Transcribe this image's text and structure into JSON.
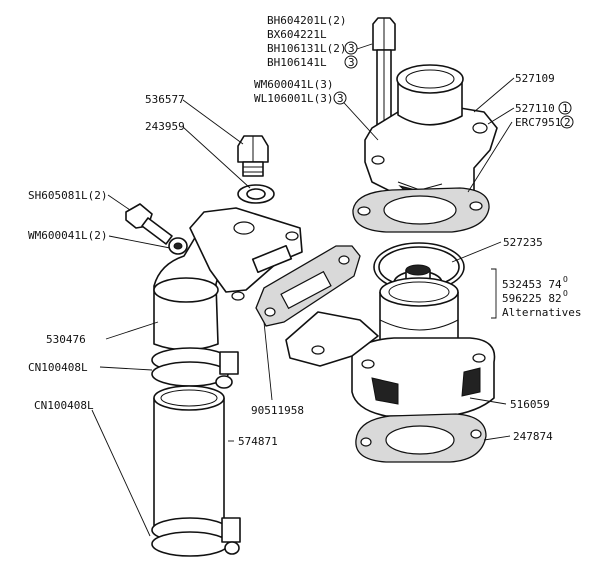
{
  "labels": {
    "bolt_1": "BH604201L(2)",
    "bolt_2": "BX604221L",
    "bolt_3": "BH106131L(2)",
    "bolt_4": "BH106141L",
    "circle_3": "3",
    "washer_1": "WM600041L(3)",
    "washer_2": "WL106001L(3)",
    "elbow_plug": "536577",
    "plug_washer": "243959",
    "housing": "527109",
    "housing_alt_1": "527110",
    "housing_alt_2": "ERC7951",
    "circle_1": "1",
    "circle_2": "2",
    "side_bolt": "SH605081L(2)",
    "side_washer": "WM600041L(2)",
    "sealing_ring": "527235",
    "thermostat_1": "532453 74",
    "thermostat_2": "596225 82",
    "degree": "O",
    "alternatives": "Alternatives",
    "elbow": "530476",
    "clip_upper": "CN100408L",
    "clip_lower": "CN100408L",
    "hose": "574871",
    "elbow_gasket": "90511958",
    "thermostat_housing": "516059",
    "base_gasket": "247874"
  }
}
